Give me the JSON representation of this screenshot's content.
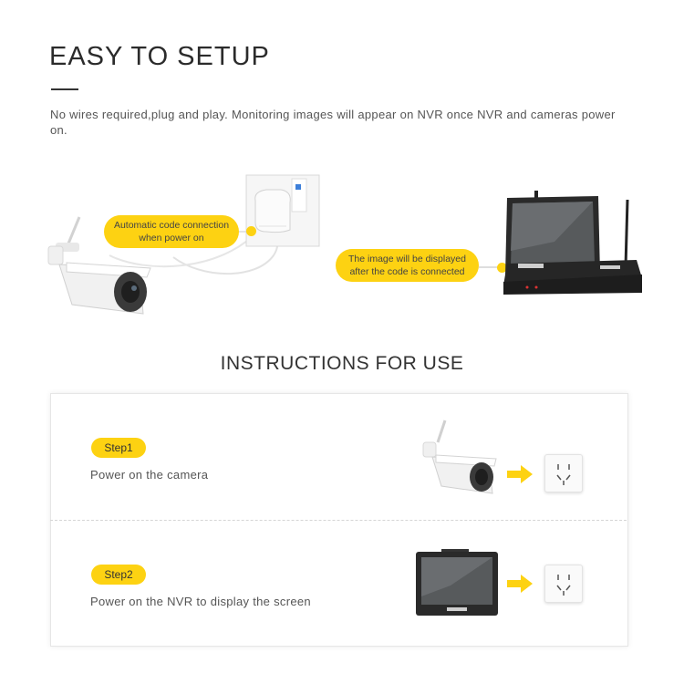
{
  "header": {
    "title": "EASY TO SETUP",
    "description": "No wires required,plug and play. Monitoring images will appear on NVR once NVR and cameras power on."
  },
  "diagram": {
    "camera_callout": [
      "Automatic code connection",
      "when power on"
    ],
    "nvr_callout": [
      "The image will be displayed",
      "after the code is connected"
    ]
  },
  "instructions": {
    "title": "INSTRUCTIONS FOR USE",
    "steps": [
      {
        "label": "Step1",
        "text": "Power on the camera"
      },
      {
        "label": "Step2",
        "text": "Power on the NVR to display the screen"
      }
    ]
  },
  "colors": {
    "accent": "#fdd212",
    "text": "#555555"
  },
  "icons": [
    "camera-icon",
    "wall-socket-icon",
    "nvr-monitor-icon",
    "arrow-right-icon",
    "power-outlet-icon"
  ]
}
